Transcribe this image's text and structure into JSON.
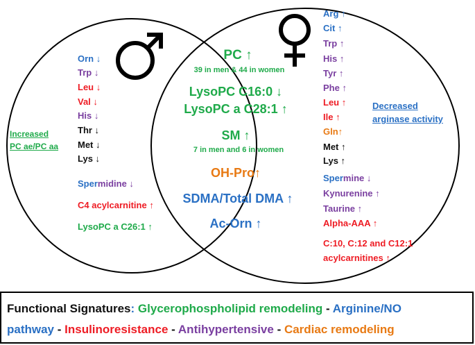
{
  "colors": {
    "green": "#1faa4a",
    "blue": "#2a70c4",
    "red": "#ee1c24",
    "purple": "#7a3fa0",
    "orange": "#e87a14",
    "black": "#111111"
  },
  "icons": {
    "male": "male-symbol-icon",
    "female": "female-symbol-icon"
  },
  "men": {
    "side_label_line1": "Increased",
    "side_label_line2": "PC ae/PC aa",
    "items": [
      {
        "text": "Orn ↓"
      },
      {
        "text": "Trp ↓"
      },
      {
        "text": "Leu ↓"
      },
      {
        "text": "Val ↓"
      },
      {
        "text": "His ↓"
      },
      {
        "text": "Thr ↓"
      },
      {
        "text": "Met ↓"
      },
      {
        "text": "Lys ↓"
      }
    ],
    "spermidine_a": "Sper",
    "spermidine_b": "midine ↓",
    "c4": "C4 acylcarnitine ↑",
    "lysopc": "LysoPC a C26:1 ↑"
  },
  "women": {
    "side_label_line1": "Decreased",
    "side_label_line2": "arginase activity",
    "items": [
      {
        "text": "Arg ↑"
      },
      {
        "text": "Cit ↑"
      },
      {
        "text": "Trp ↑"
      },
      {
        "text": "His ↑"
      },
      {
        "text": "Tyr ↑"
      },
      {
        "text": "Phe ↑"
      },
      {
        "text": "Leu ↑"
      },
      {
        "text": "Ile ↑"
      },
      {
        "text": "Gln↑"
      },
      {
        "text": "Met ↑"
      },
      {
        "text": "Lys ↑"
      }
    ],
    "spermine_a": "Sper",
    "spermine_b": "mine ↓",
    "kynurenine": "Kynurenine ↑",
    "taurine": "Taurine ↑",
    "alpha": "Alpha-AAA ↑",
    "acyl_line1": "C:10, C:12 and C12:1",
    "acyl_line2": "acylcarnitines ↑"
  },
  "both": {
    "pc": "PC ↑",
    "pc_note": "39 in men & 44 in women",
    "lysopc_16": "LysoPC C16:0 ↓",
    "lysopc_28": "LysoPC a C28:1 ↑",
    "sm": "SM ↑",
    "sm_note": "7 in men and 6 in women",
    "ohpro": "OH-Pro↑",
    "sdma": "SDMA/Total DMA ↑",
    "acorn": "Ac-Orn ↑"
  },
  "legend": {
    "title": "Functional Signatures",
    "colon": ": ",
    "glyc": "Glycerophospholipid remodeling",
    "sep1": " - ",
    "arg1": "Arginine/NO",
    "arg2": "pathway",
    "sep2": " - ",
    "ins": "Insulinoresistance",
    "sep3": " - ",
    "anti": "Antihypertensive",
    "sep4": " - ",
    "card": "Cardiac remodeling"
  }
}
